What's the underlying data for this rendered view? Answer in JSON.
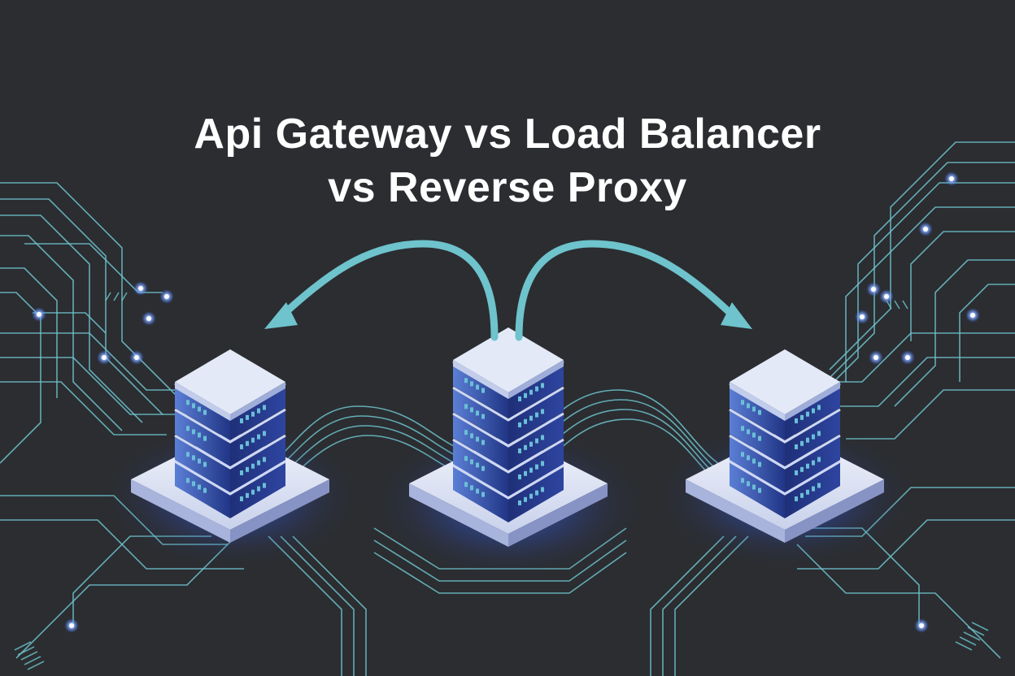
{
  "title": {
    "line1": "Api Gateway vs Load Balancer",
    "line2": "vs Reverse Proxy"
  },
  "colors": {
    "background": "#2b2d31",
    "circuit": "#6ec3cc",
    "arrow": "#6ec3cc",
    "server_top": "#dfe6f5",
    "server_front": "#2a3f8f",
    "server_side": "#4f6fc4",
    "server_led": "#6bbfd6",
    "glow": "#3b6cff",
    "title_text": "#ffffff"
  },
  "graphic": {
    "servers": [
      {
        "name": "left-server"
      },
      {
        "name": "center-server"
      },
      {
        "name": "right-server"
      }
    ],
    "arrows": [
      {
        "name": "arrow-to-left"
      },
      {
        "name": "arrow-to-right"
      }
    ]
  }
}
